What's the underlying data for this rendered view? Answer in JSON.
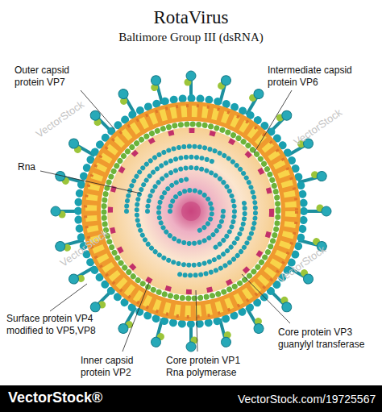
{
  "diagram": {
    "title": "RotaVirus",
    "labels": [
      "Baltimore Group III (dsRNA)",
      "Outer capsid protein VP7",
      "Intermediate capsid protein VP6",
      "Rna",
      "Surface protein VP4 modified to VP5,VP8",
      "Inner capsid protein VP2",
      "Core protein VP1 Rna polymerase",
      "Core protein VP3 guanylyl transferase",
      "VectorStock",
      "VectorStock",
      "VectorStock",
      "VectorStock",
      "VectorStock®",
      "VectorStock.com/19725567"
    ]
  }
}
